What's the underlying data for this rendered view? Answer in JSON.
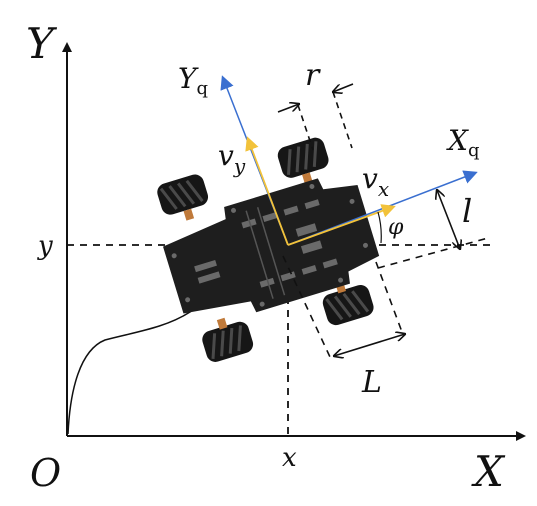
{
  "labels": {
    "axis_y": "Y",
    "axis_x": "X",
    "origin": "O",
    "pos_x": "x",
    "pos_y": "y",
    "yq_main": "Y",
    "yq_sub": "q",
    "xq_main": "X",
    "xq_sub": "q",
    "vy_main": "v",
    "vy_sub": "y",
    "vx_main": "v",
    "vx_sub": "x",
    "wheel_radius": "r",
    "half_width": "l",
    "half_length": "L",
    "heading_angle": "φ"
  },
  "colors": {
    "axis": "#111111",
    "body_axis": "#3a6fd0",
    "velocity": "#f2c23a",
    "chassis": "#1e1e1e",
    "wheel": "#161616",
    "roller": "#4a4a4a"
  }
}
